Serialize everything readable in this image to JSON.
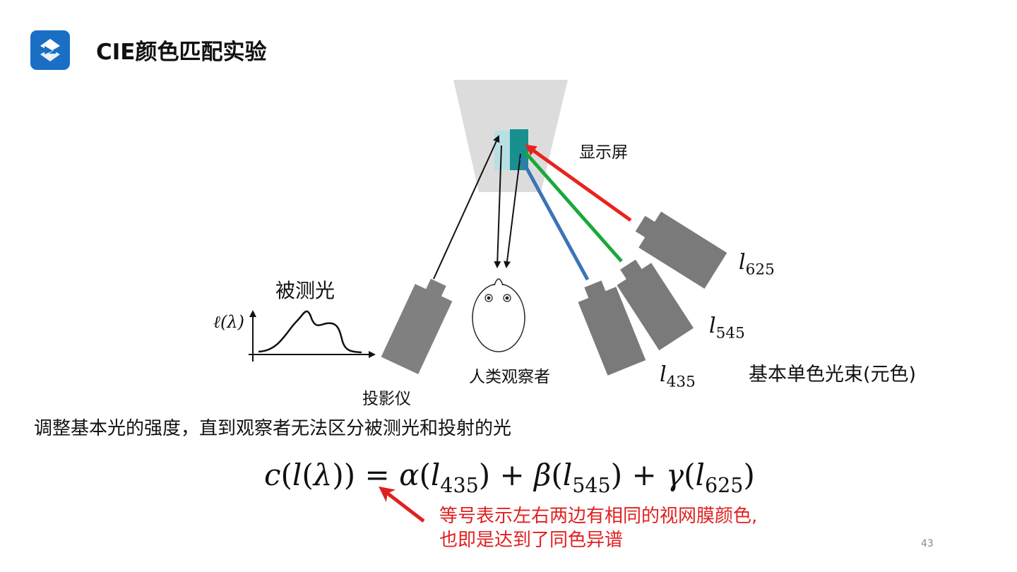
{
  "header": {
    "logo_icon": "logo-s-icon",
    "title": "CIE颜色匹配实验"
  },
  "diagram": {
    "screen_label": "显示屏",
    "test_light_label": "被测光",
    "spectrum_axis_label": "ℓ(λ)",
    "projector_label": "投影仪",
    "observer_label": "人类观察者",
    "primaries_label": "基本单色光束(元色)",
    "primaries": [
      {
        "name": "l",
        "sub": "625",
        "color": "#e8231e"
      },
      {
        "name": "l",
        "sub": "545",
        "color": "#1aa83a"
      },
      {
        "name": "l",
        "sub": "435",
        "color": "#3a74b8"
      }
    ]
  },
  "caption": "调整基本光的强度，直到观察者无法区分被测光和投射的光",
  "equation": {
    "lhs": [
      "c",
      "(",
      "l",
      "(",
      "λ",
      "))"
    ],
    "eq": "=",
    "t1": [
      "α",
      "(",
      "l",
      "435",
      ")"
    ],
    "plus1": "+",
    "t2": [
      "β",
      "(",
      "l",
      "545",
      ")"
    ],
    "plus2": "+",
    "t3": [
      "γ",
      "(",
      "l",
      "625",
      ")"
    ]
  },
  "note": {
    "line1": "等号表示左右两边有相同的视网膜颜色,",
    "line2": "也即是达到了同色异谱",
    "color": "#e02020"
  },
  "page_number": "43"
}
